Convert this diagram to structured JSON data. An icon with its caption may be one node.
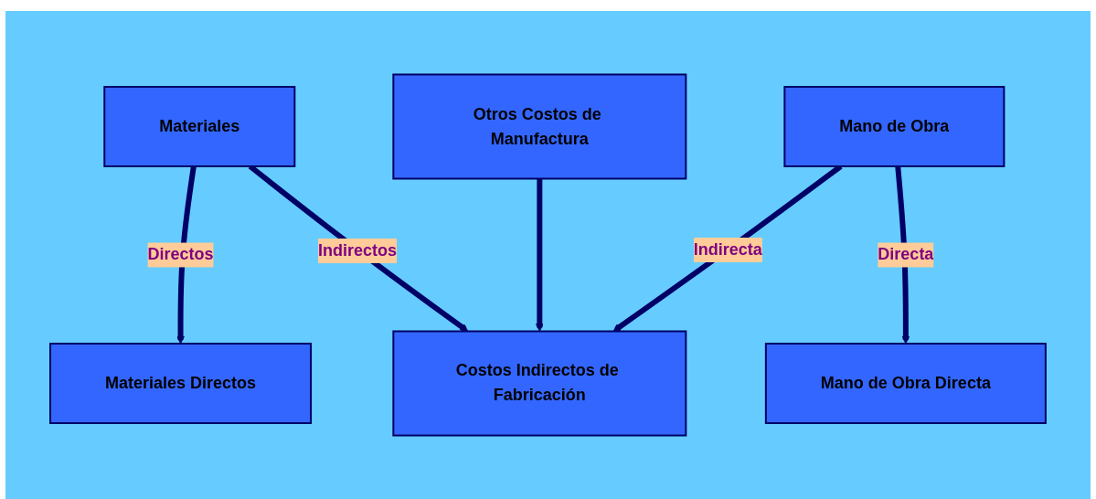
{
  "diagram": {
    "nodes": [
      {
        "text": [
          "Materiales"
        ]
      },
      {
        "text": [
          "Otros Costos de Manufactura"
        ]
      },
      {
        "text": [
          "Mano de Obra"
        ]
      },
      {
        "text": [
          "Materiales Directos"
        ]
      },
      {
        "text": [
          "Costos Indirectos de Fabricación"
        ]
      },
      {
        "text": [
          "Mano de Obra Directa"
        ]
      }
    ],
    "edges": [
      {
        "from": 0,
        "to": 3,
        "arrow": "to",
        "label": "Directos"
      },
      {
        "from": 0,
        "to": 4,
        "arrow": "to",
        "label": "Indirectos"
      },
      {
        "from": 1,
        "to": 4,
        "arrow": "to"
      },
      {
        "from": 2,
        "to": 4,
        "arrow": "to",
        "label": "Indirecta"
      },
      {
        "from": 2,
        "to": 5,
        "arrow": "to",
        "label": "Directa"
      }
    ]
  }
}
